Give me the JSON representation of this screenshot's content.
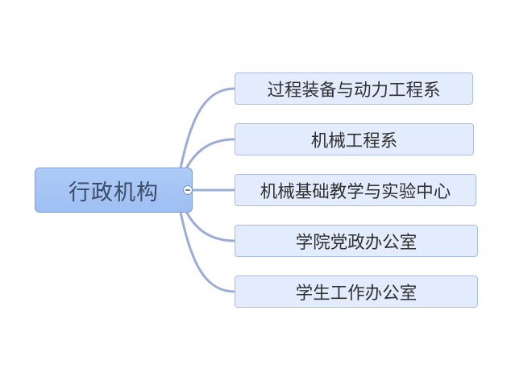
{
  "mindmap": {
    "root": {
      "label": "行政机构"
    },
    "children": [
      {
        "label": "过程装备与动力工程系"
      },
      {
        "label": "机械工程系"
      },
      {
        "label": "机械基础教学与实验中心"
      },
      {
        "label": "学院党政办公室"
      },
      {
        "label": "学生工作办公室"
      }
    ]
  },
  "colors": {
    "connector": "#9badd6",
    "root_fill": "#a7c6f5",
    "child_fill": "#e3ecfd",
    "child_border": "#a8bde0"
  }
}
